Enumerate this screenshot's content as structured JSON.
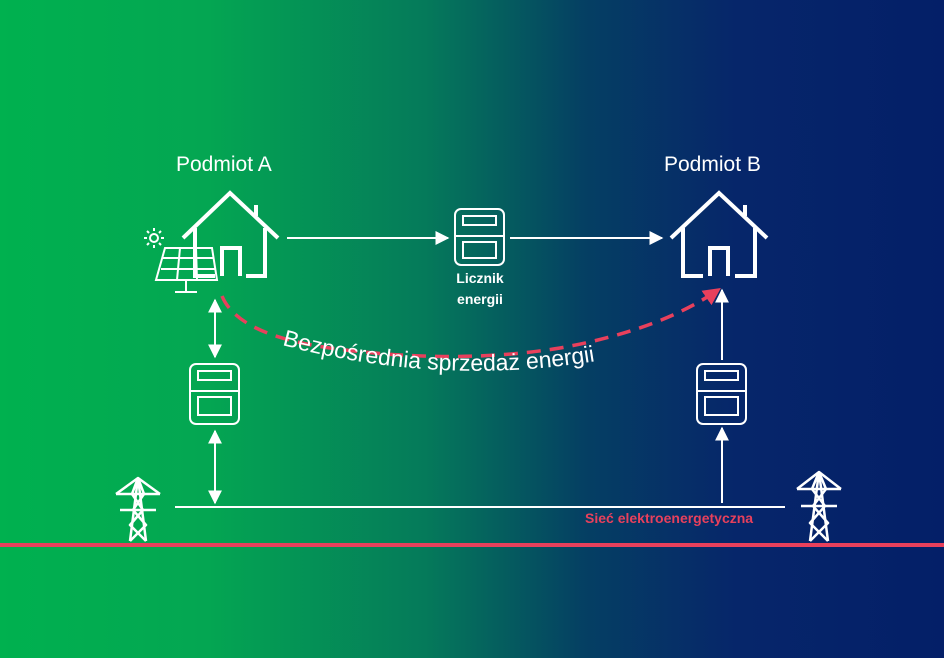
{
  "entities": {
    "a": {
      "label": "Podmiot A"
    },
    "b": {
      "label": "Podmiot B"
    }
  },
  "meter": {
    "line1": "Licznik",
    "line2": "energii"
  },
  "direct_sale": {
    "label": "Bezpośrednia sprzedaż energii"
  },
  "grid": {
    "label": "Sieć elektroenergetyczna"
  },
  "colors": {
    "white": "#ffffff",
    "accent_red": "#e8405c",
    "bg_green": "#00b14f",
    "bg_navy": "#041f68"
  }
}
